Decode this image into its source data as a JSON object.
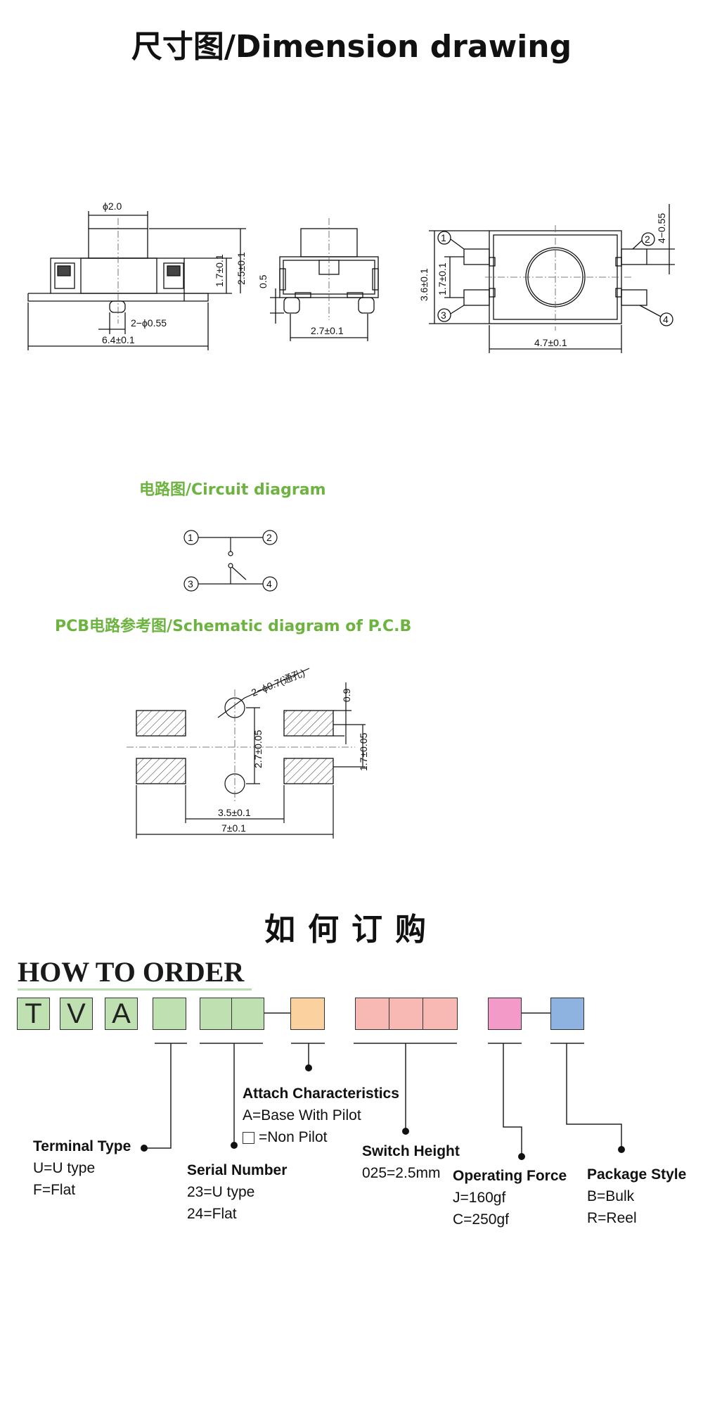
{
  "header": {
    "title": "尺寸图/Dimension drawing"
  },
  "dimensions": {
    "phi": "ϕ2.0",
    "h1": "1.7±0.1",
    "h2": "2.5±0.1",
    "pin": "2−ϕ0.55",
    "width1": "6.4±0.1",
    "gap": "0.5",
    "width2": "2.7±0.1",
    "h3": "3.6±0.1",
    "h4": "1.7±0.1",
    "pin_w": "4−0.55",
    "width3": "4.7±0.1",
    "pins": [
      "1",
      "2",
      "3",
      "4"
    ]
  },
  "circuit": {
    "heading": "电路图/Circuit diagram",
    "pins": [
      "1",
      "2",
      "3",
      "4"
    ]
  },
  "pcb": {
    "heading": "PCB电路参考图/Schematic diagram of P.C.B",
    "hole": "2−ϕ0.7(通孔)",
    "d1": "0.9",
    "d2": "2.7±0.05",
    "d3": "1.7±0.05",
    "d4": "3.5±0.1",
    "d5": "7±0.1"
  },
  "order": {
    "title": "如何订购",
    "subtitle": "HOW TO ORDER",
    "letters": [
      "T",
      "V",
      "A"
    ],
    "colors": {
      "green": "#bfe0b0",
      "orange": "#fcd1a0",
      "salmon": "#f8b9b4",
      "pink": "#f49ac8",
      "blue": "#8fb3e0"
    },
    "terminal": {
      "title": "Terminal Type",
      "lines": [
        "U=U type",
        "F=Flat"
      ]
    },
    "serial": {
      "title": "Serial Number",
      "lines": [
        "23=U type",
        "24=Flat"
      ]
    },
    "attach": {
      "title": "Attach Characteristics",
      "line1": "A=Base With Pilot",
      "line2": "=Non Pilot"
    },
    "height": {
      "title": "Switch Height",
      "lines": [
        "025=2.5mm"
      ]
    },
    "force": {
      "title": "Operating Force",
      "lines": [
        "J=160gf",
        "C=250gf"
      ]
    },
    "package": {
      "title": "Package Style",
      "lines": [
        "B=Bulk",
        "R=Reel"
      ]
    }
  }
}
